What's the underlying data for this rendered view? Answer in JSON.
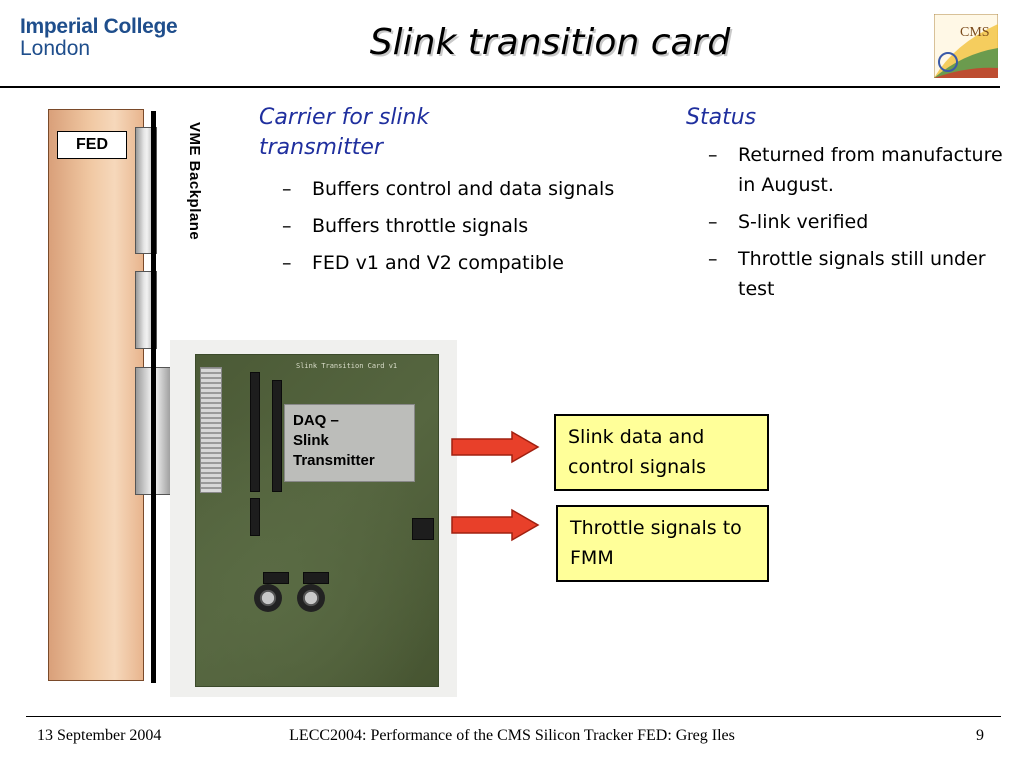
{
  "header": {
    "logo_line1": "Imperial College",
    "logo_line2": "London",
    "title": "Slink transition card",
    "cms_logo_text": "CMS"
  },
  "diagram": {
    "fed_label": "FED",
    "backplane_label": "VME Backplane",
    "pcb_title": "Slink Transition Card v1",
    "daq_label": [
      "DAQ –",
      "Slink",
      "Transmitter"
    ]
  },
  "carrier": {
    "heading": "Carrier for slink transmitter",
    "items": [
      "Buffers control and data signals",
      "Buffers throttle signals",
      "FED v1 and V2 compatible"
    ]
  },
  "status": {
    "heading": "Status",
    "items": [
      "Returned from manufacture in August.",
      "S-link verified",
      "Throttle signals still under test"
    ]
  },
  "callouts": {
    "slink": "Slink data and control signals",
    "throttle": "Throttle signals to FMM"
  },
  "colors": {
    "heading_blue": "#1f2f9e",
    "callout_fill": "#ffff99",
    "arrow_red": "#e8402a",
    "logo_blue": "#1f4e8c"
  },
  "footer": {
    "date": "13 September 2004",
    "center": "LECC2004: Performance of the CMS Silicon Tracker FED: Greg Iles",
    "page": "9"
  }
}
